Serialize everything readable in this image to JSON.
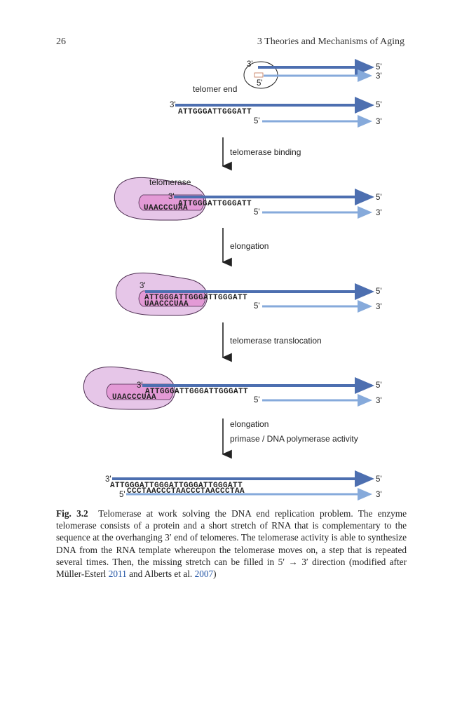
{
  "header": {
    "page_number": "26",
    "running_head": "3   Theories and Mechanisms of Aging"
  },
  "figure": {
    "labels": {
      "three_prime": "3'",
      "five_prime": "5'",
      "telomer_end": "telomer end",
      "telomerase": "telomerase"
    },
    "steps": [
      {
        "lines": [
          "telomerase binding"
        ]
      },
      {
        "lines": [
          "elongation"
        ]
      },
      {
        "lines": [
          "telomerase translocation"
        ]
      },
      {
        "lines": [
          "elongation",
          "primase / DNA polymerase activity"
        ]
      }
    ],
    "sequences": {
      "stage1_top": "ATTGGGATTGGGATT",
      "stage2_top": "ATTGGGATTGGGATT",
      "stage2_rna": "UAACCCUAA",
      "stage3_top": "ATTGGGATTGGGATTGGGATT",
      "stage3_rna": "UAACCCUAA",
      "stage4_top": "ATTGGGATTGGGATTGGGATT",
      "stage4_rna": "UAACCCUAA",
      "stage5_top": "ATTGGGATTGGGATTGGGATTGGGATT",
      "stage5_bottom": "CCCTAACCCTAACCCTAACCCTAA"
    },
    "colors": {
      "strand_top": "#4d6fb0",
      "strand_bottom": "#86aadb",
      "telomerase_fill": "#e6c6e8",
      "telomerase_inner": "#e39ad6",
      "telomerase_stroke": "#4b2b4f",
      "caption_link": "#2456a6"
    }
  },
  "caption": {
    "label": "Fig. 3.2",
    "text": "Telomerase at work solving the DNA end replication problem. The enzyme telomerase consists of a protein and a short stretch of RNA that is complementary to the sequence at the overhanging 3′ end of telomeres. The telomerase activity is able to synthesize DNA from the RNA template whereupon the telomerase moves on, a step that is repeated several times. Then, the missing stretch can be filled in 5′ → 3′ direction (modified after Müller-Esterl ",
    "ref1": "2011",
    "mid": " and Alberts et al. ",
    "ref2": "2007",
    "end": ")"
  }
}
